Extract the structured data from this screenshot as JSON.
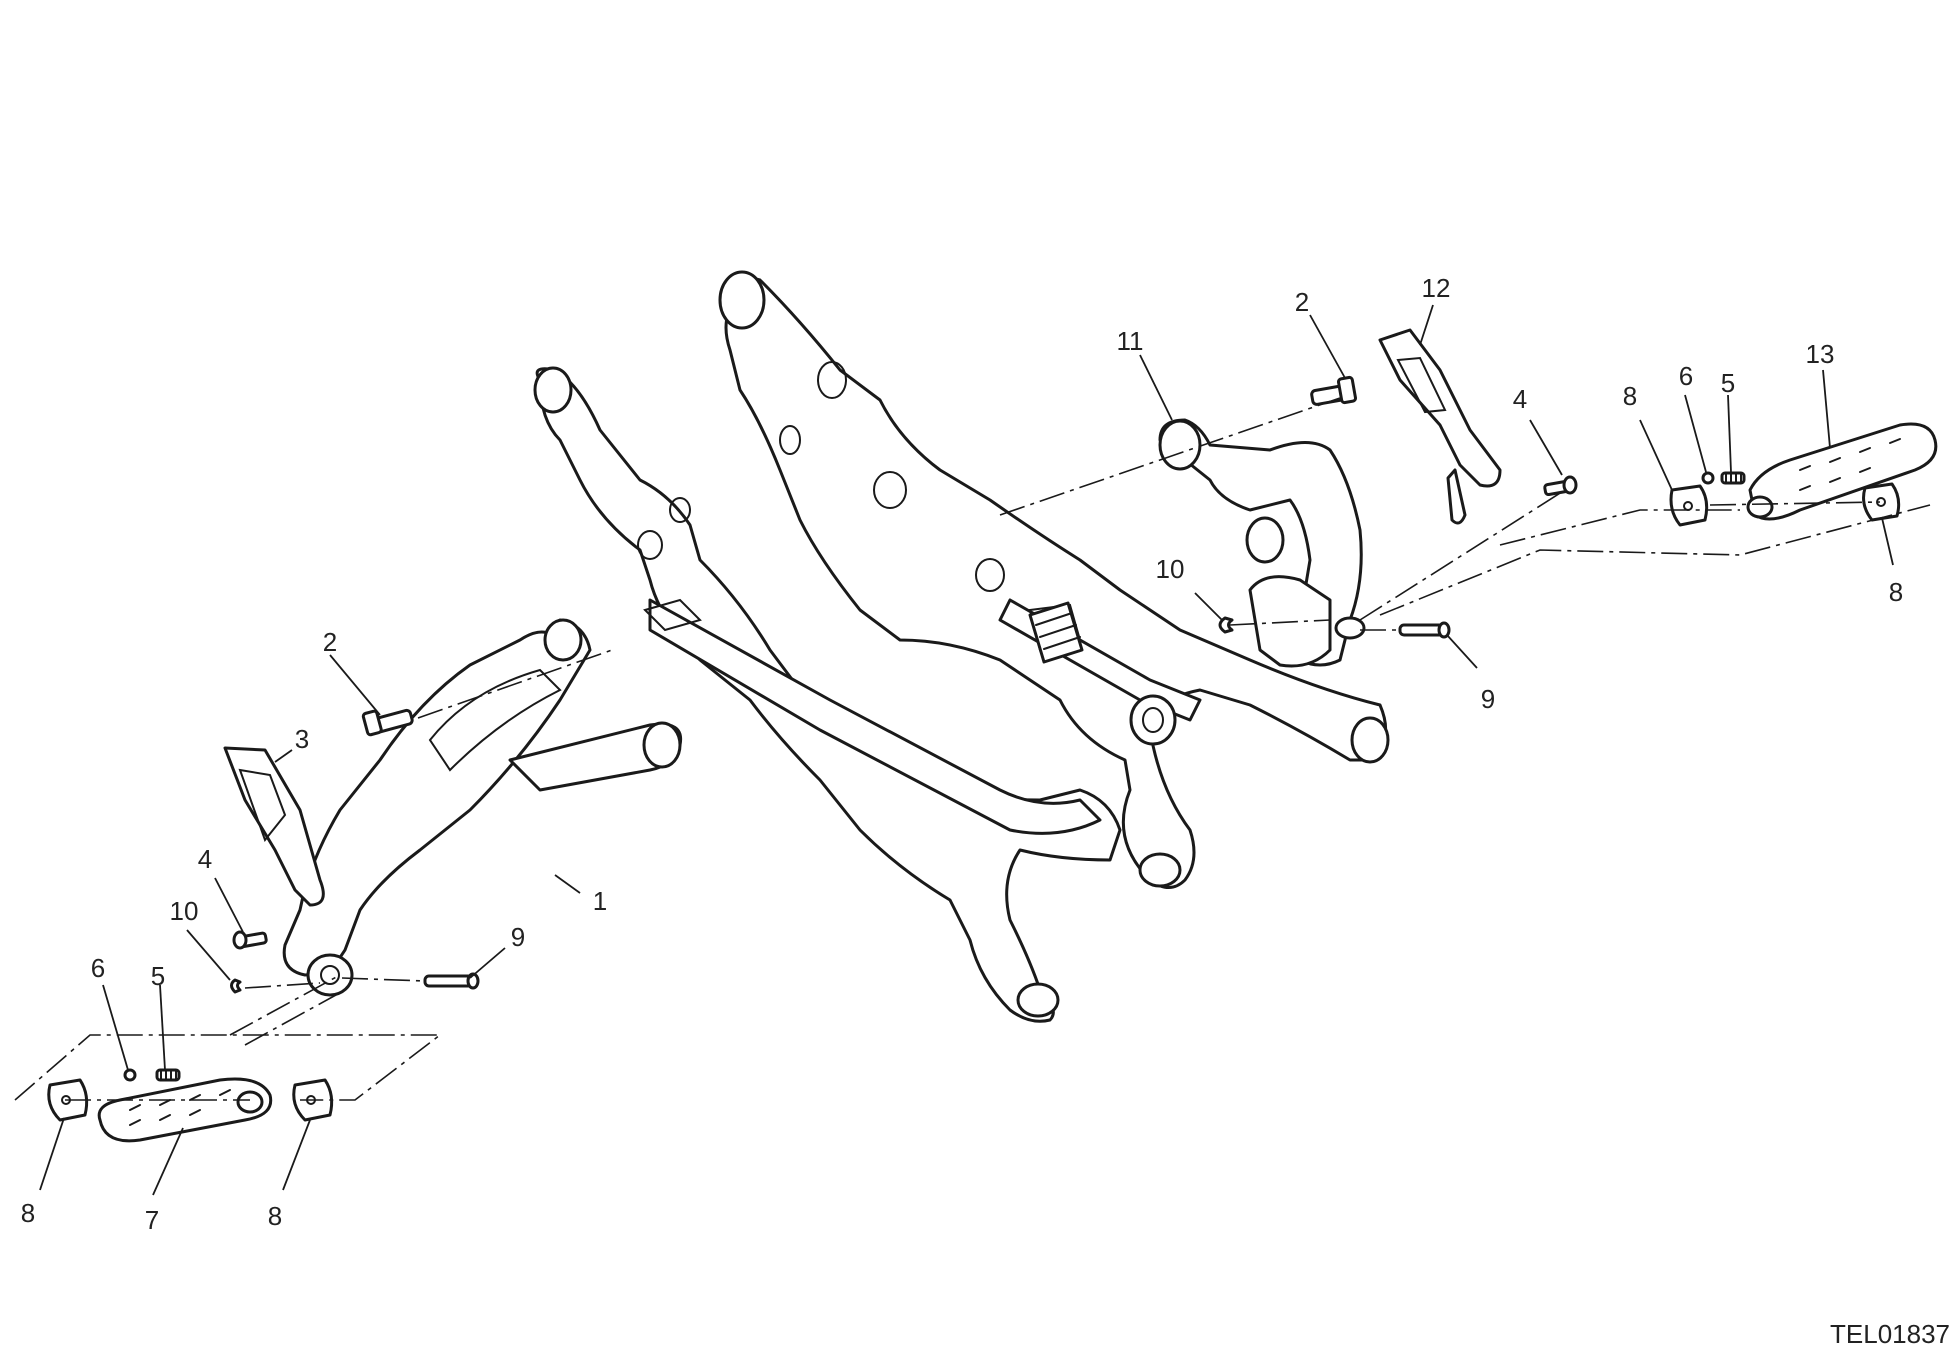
{
  "drawing_code": "TEL01837",
  "callouts": {
    "left_assembly": {
      "bracket": "1",
      "screw": "2",
      "heel_guard": "3",
      "guard_screw": "4",
      "spring": "5",
      "ball": "6",
      "footpeg": "7",
      "washer_left": "8",
      "washer_right": "8",
      "pin": "9",
      "clip": "10"
    },
    "right_assembly": {
      "bracket": "11",
      "screw": "2",
      "heel_guard": "12",
      "guard_screw": "4",
      "washer_top": "8",
      "ball": "6",
      "spring": "5",
      "footpeg": "13",
      "washer_right": "8",
      "pin": "9",
      "clip": "10"
    }
  }
}
